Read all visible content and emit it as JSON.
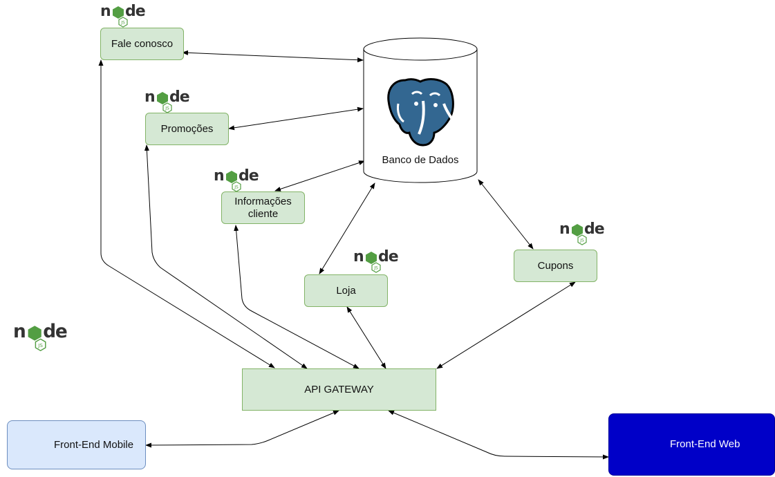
{
  "services": {
    "fale_conosco": "Fale conosco",
    "promocoes": "Promoções",
    "informacoes_cliente": "Informações cliente",
    "loja": "Loja",
    "cupons": "Cupons"
  },
  "database": {
    "label": "Banco de Dados",
    "icon": "postgresql-elephant-icon"
  },
  "gateway": {
    "label": "API GATEWAY"
  },
  "frontends": {
    "mobile": {
      "label": "Front-End Mobile",
      "icon": "flutter-icon"
    },
    "web": {
      "label": "Front-End Web",
      "icon": "react-icon"
    }
  },
  "logos": {
    "node_text": "node",
    "node_badge": "JS"
  },
  "colors": {
    "service_fill": "#d5e8d4",
    "service_border": "#82b366",
    "mobile_fill": "#dae8fc",
    "web_fill": "#0000c8",
    "postgres_blue": "#336791",
    "node_green": "#539e43",
    "react_cyan": "#61dafb",
    "flutter_blue": "#42a5f5"
  }
}
